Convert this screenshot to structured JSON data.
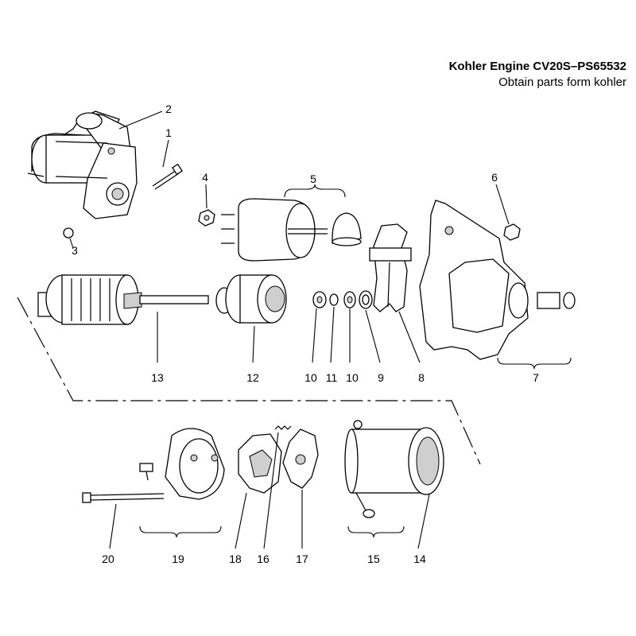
{
  "header": {
    "title": "Kohler Engine CV20S–PS65532",
    "subtitle": "Obtain  parts form kohler"
  },
  "callouts": [
    {
      "id": "2",
      "label": "2"
    },
    {
      "id": "1",
      "label": "1"
    },
    {
      "id": "3",
      "label": "3"
    },
    {
      "id": "4",
      "label": "4"
    },
    {
      "id": "5",
      "label": "5"
    },
    {
      "id": "6",
      "label": "6"
    },
    {
      "id": "13",
      "label": "13"
    },
    {
      "id": "12",
      "label": "12"
    },
    {
      "id": "10a",
      "label": "10"
    },
    {
      "id": "11",
      "label": "11"
    },
    {
      "id": "10b",
      "label": "10"
    },
    {
      "id": "9",
      "label": "9"
    },
    {
      "id": "8",
      "label": "8"
    },
    {
      "id": "7",
      "label": "7"
    },
    {
      "id": "20",
      "label": "20"
    },
    {
      "id": "19",
      "label": "19"
    },
    {
      "id": "18",
      "label": "18"
    },
    {
      "id": "16",
      "label": "16"
    },
    {
      "id": "17",
      "label": "17"
    },
    {
      "id": "15",
      "label": "15"
    },
    {
      "id": "14",
      "label": "14"
    }
  ]
}
